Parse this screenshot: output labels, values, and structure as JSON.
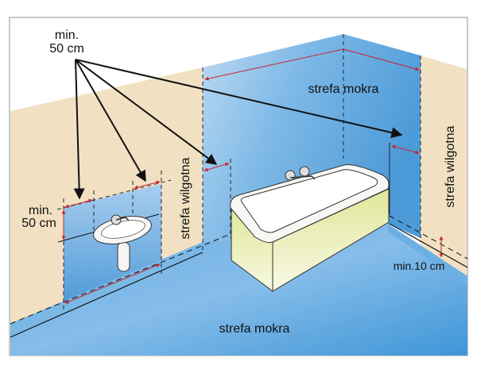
{
  "diagram": {
    "title": "Bathroom zones",
    "labels": {
      "top_min": "min.",
      "top_dist": "50 cm",
      "side_min": "min.",
      "side_dist": "50 cm",
      "wet_zone_wall": "strefa mokra",
      "wet_zone_floor": "strefa mokra",
      "damp_zone_left": "strefa wilgotna",
      "damp_zone_right": "strefa wilgotna",
      "min_10cm": "min.10 cm"
    },
    "colors": {
      "wall_beige": "#f1e1c2",
      "wet_blue": "#5aa5dd",
      "wet_blue_light": "#a9cdee",
      "floor_blue": "#4a9ad8",
      "bath_panel": "#e7ecaa",
      "dimension_red": "#c8242f",
      "frame_gray": "#c8c8c8"
    }
  }
}
